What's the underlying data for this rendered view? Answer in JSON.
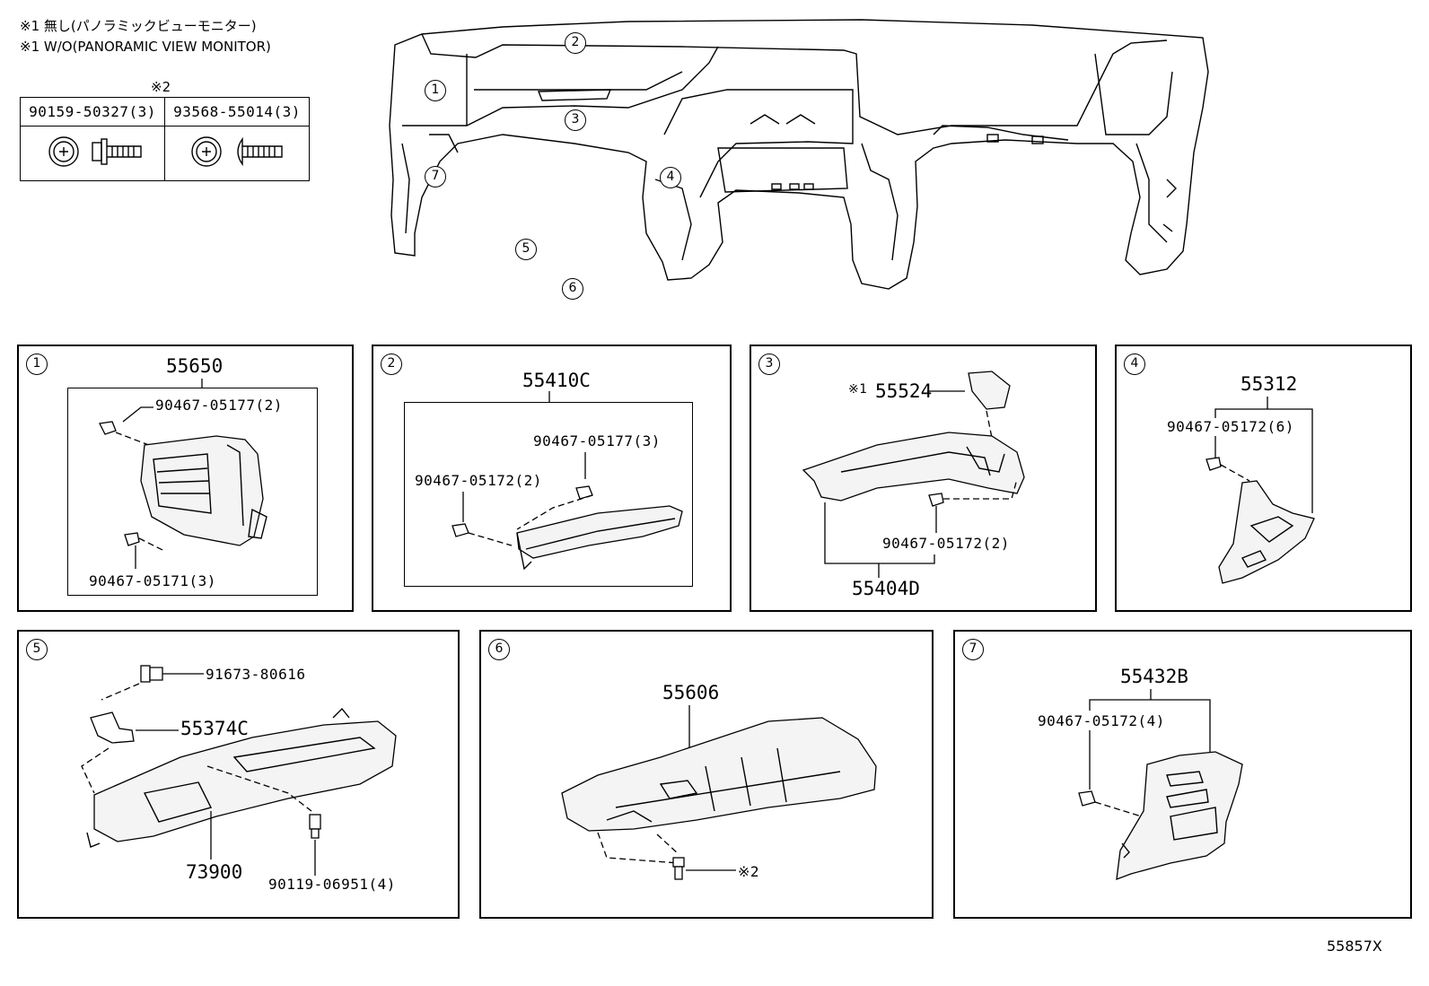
{
  "header_notes": {
    "note1_jp": "※1 無し(パノラミックビューモニター)",
    "note1_en": "※1 W/O(PANORAMIC VIEW MONITOR)"
  },
  "fastener_table": {
    "mark": "※2",
    "col1": "90159-50327(3)",
    "col2": "93568-55014(3)"
  },
  "overview_callouts": [
    "1",
    "2",
    "3",
    "4",
    "5",
    "6",
    "7"
  ],
  "panels": [
    {
      "id": "1",
      "main": "55650",
      "parts": [
        "90467-05177(2)",
        "90467-05171(3)"
      ]
    },
    {
      "id": "2",
      "main": "55410C",
      "parts": [
        "90467-05177(3)",
        "90467-05172(2)"
      ]
    },
    {
      "id": "3",
      "main": "55404D",
      "sub_mark": "※1",
      "sub": "55524",
      "parts": [
        "90467-05172(2)"
      ]
    },
    {
      "id": "4",
      "main": "55312",
      "parts": [
        "90467-05172(6)"
      ]
    },
    {
      "id": "5",
      "main": "73900",
      "parts": [
        "91673-80616",
        "55374C",
        "90119-06951(4)"
      ]
    },
    {
      "id": "6",
      "main": "55606",
      "parts": [
        "※2"
      ]
    },
    {
      "id": "7",
      "main": "55432B",
      "parts": [
        "90467-05172(4)"
      ]
    }
  ],
  "diagram_code": "55857X",
  "icons": [
    "screw-head-icon",
    "bolt-icon",
    "clip-icon"
  ]
}
